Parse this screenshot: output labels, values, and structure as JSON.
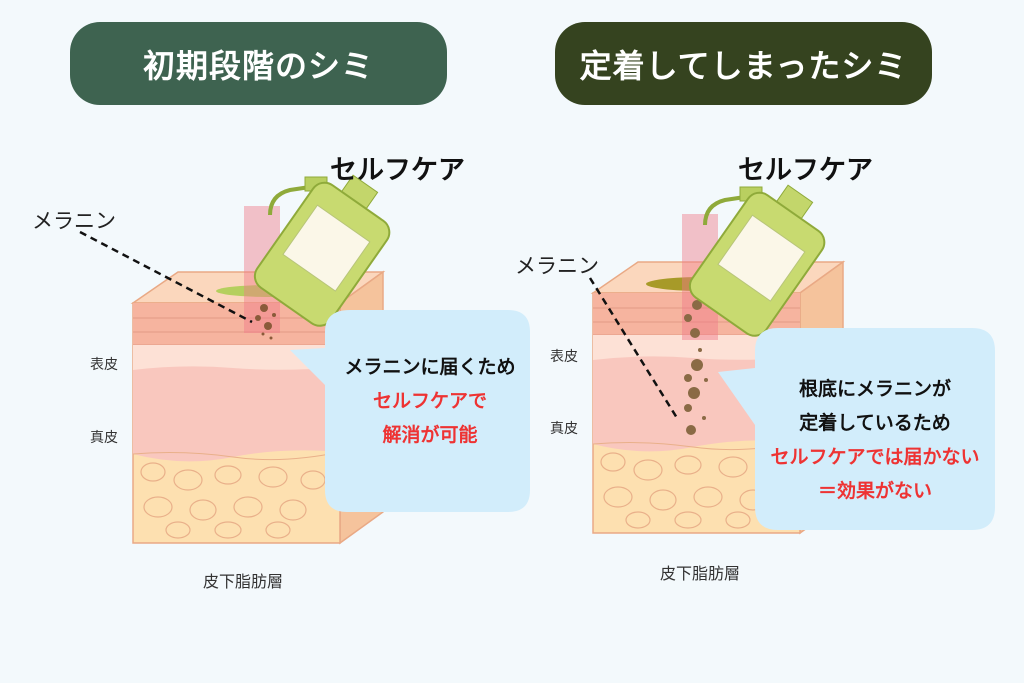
{
  "left": {
    "title": "初期段階のシミ",
    "selfcare": "セルフケア",
    "melanin": "メラニン",
    "epidermis": "表皮",
    "dermis": "真皮",
    "subcutaneous": "皮下脂肪層",
    "bubble": {
      "line1": "メラニンに届くため",
      "line2": "セルフケアで",
      "line3": "解消が可能"
    }
  },
  "right": {
    "title": "定着してしまったシミ",
    "selfcare": "セルフケア",
    "melanin": "メラニン",
    "epidermis": "表皮",
    "dermis": "真皮",
    "subcutaneous": "皮下脂肪層",
    "bubble": {
      "line1": "根底にメラニンが",
      "line2": "定着しているため",
      "line3": "セルフケアでは届かない",
      "line4": "＝効果がない"
    }
  },
  "colors": {
    "left_title_bg": "#3e6350",
    "right_title_bg": "#35431f",
    "highlight_red": "#ee3333",
    "bubble_bg": "#d2edfb"
  }
}
